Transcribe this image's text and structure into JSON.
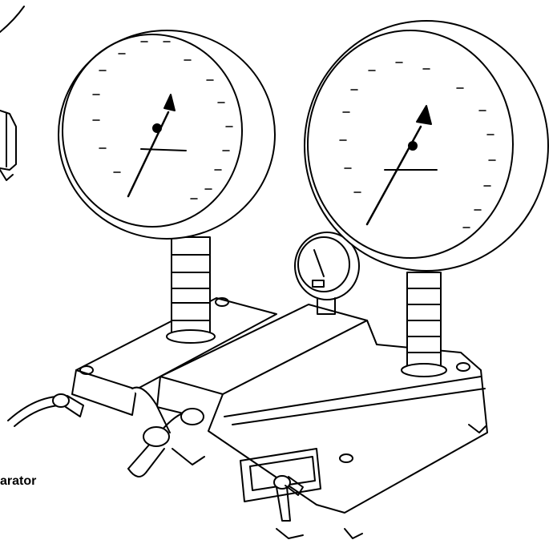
{
  "caption": "arator",
  "colors": {
    "line": "#000000",
    "background": "#ffffff"
  },
  "parts": {
    "left_gauge": "large-pressure-gauge",
    "right_gauge": "large-pressure-gauge",
    "small_gauge": "small-pressure-gauge",
    "base": "comparator-base",
    "handles": [
      "left-handle",
      "t-handwheel",
      "front-handle"
    ],
    "fragment": "cropped-left-device"
  }
}
